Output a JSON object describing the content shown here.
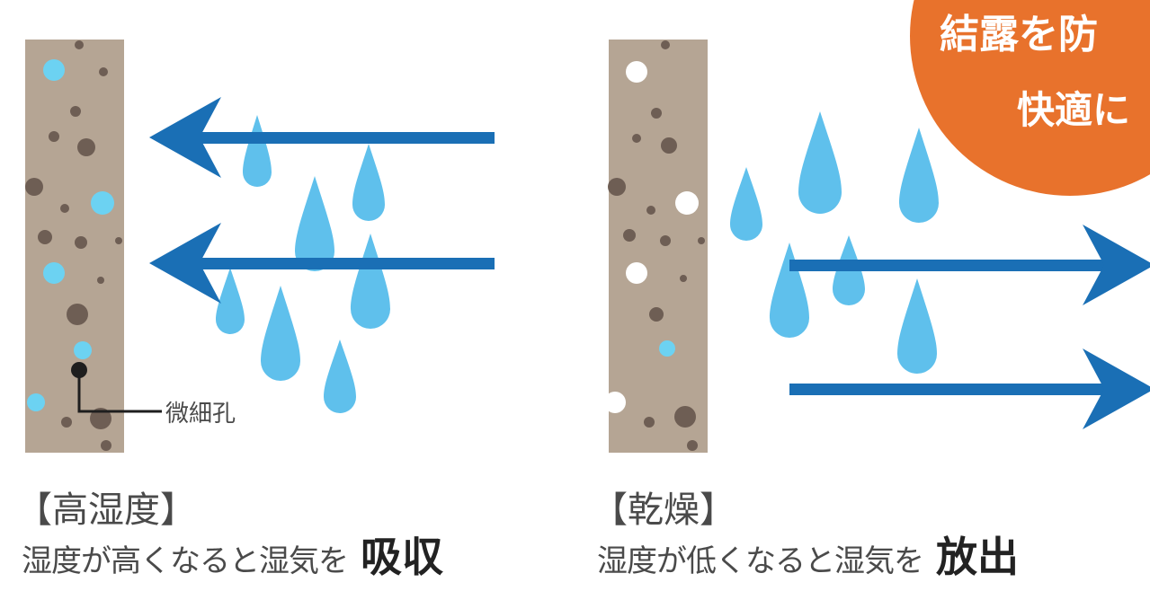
{
  "badge": {
    "line1": "結露を防",
    "line2": "快適に",
    "color": "#e8722c"
  },
  "left_panel": {
    "pore_label": "微細孔",
    "heading": "【高湿度】",
    "description": "湿度が高くなると湿気を",
    "emphasis": "吸収"
  },
  "right_panel": {
    "heading": "【乾燥】",
    "description": "湿度が低くなると湿気を",
    "emphasis": "放出"
  },
  "colors": {
    "wall": "#b5a594",
    "arrow": "#1a6fb5",
    "droplet": "#5fc0ec",
    "pore_dark": "#6e5e54",
    "pore_blue": "#6cd2f2",
    "pore_white": "#ffffff"
  }
}
